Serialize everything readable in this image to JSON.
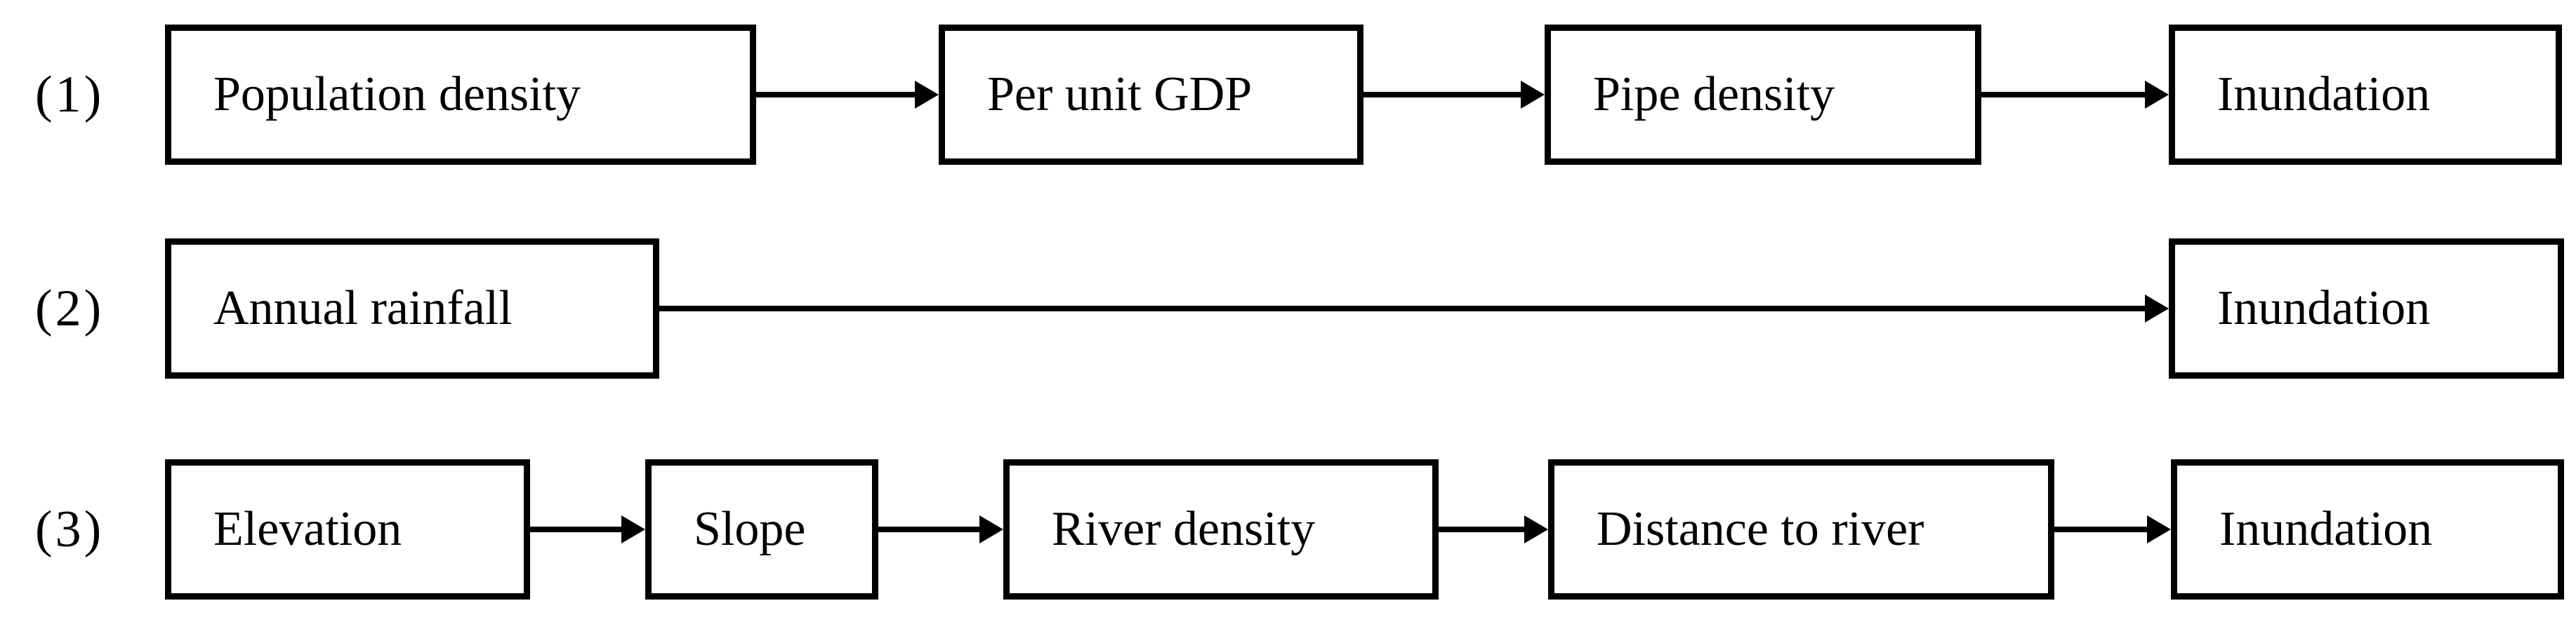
{
  "figure": {
    "description": "Three-row flow diagram of inundation driving factors",
    "colors": {
      "background": "#ffffff",
      "line": "#000000",
      "text": "#000000"
    },
    "rows": [
      {
        "label": "(1)",
        "nodes": [
          "Population density",
          "Per unit GDP",
          "Pipe density",
          "Inundation"
        ]
      },
      {
        "label": "(2)",
        "nodes": [
          "Annual rainfall",
          "Inundation"
        ]
      },
      {
        "label": "(3)",
        "nodes": [
          "Elevation",
          "Slope",
          "River density",
          "Distance to river",
          "Inundation"
        ]
      }
    ]
  }
}
